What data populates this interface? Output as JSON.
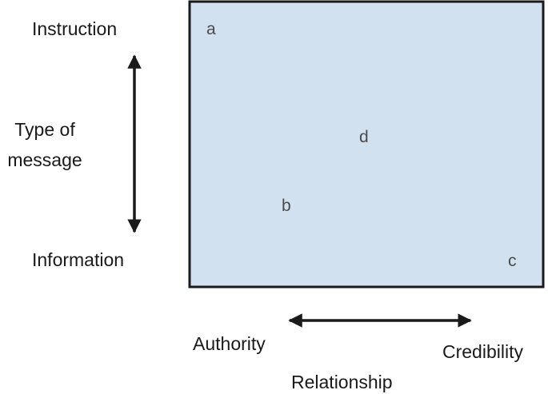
{
  "quadrant": {
    "fill_color": "#d1e1f0",
    "border_color": "#1a1a1a"
  },
  "y_axis": {
    "top_label": "Instruction",
    "title": "Type of message",
    "bottom_label": "Information"
  },
  "x_axis": {
    "left_label": "Authority",
    "right_label": "Credibility",
    "title": "Relationship"
  },
  "points": {
    "a": "a",
    "b": "b",
    "c": "c",
    "d": "d"
  }
}
